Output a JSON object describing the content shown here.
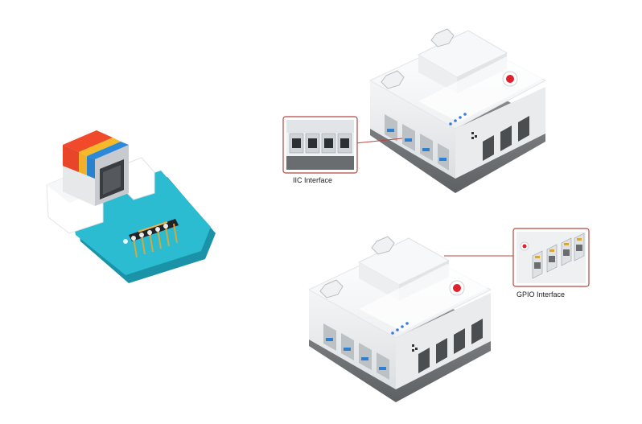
{
  "callouts": {
    "iic": {
      "label": "IIC Interface"
    },
    "gpio": {
      "label": "GPIO Interface"
    }
  },
  "colors": {
    "adapter_board": "#27b8cf",
    "stripe_red": "#f04a2a",
    "stripe_yellow": "#f7b92a",
    "stripe_blue": "#2a8ad9",
    "callout_border": "#b7463e",
    "port_blue": "#2a7fd6",
    "status_led": "#3b7be0",
    "button_red": "#e0212d"
  },
  "icons": {
    "adapter": "rj-adapter-module",
    "controller_top": "controller-hub-module",
    "controller_bottom": "controller-hub-module"
  }
}
